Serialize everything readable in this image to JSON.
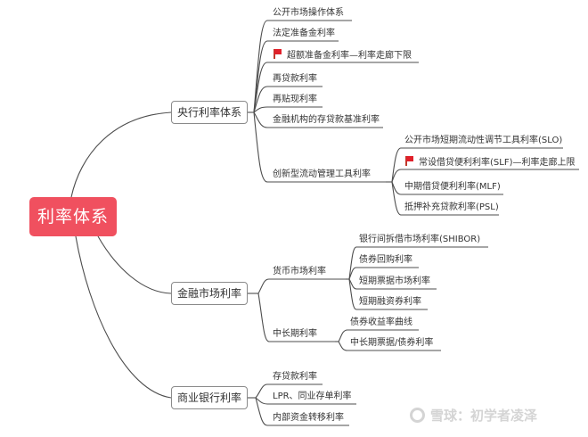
{
  "mindmap": {
    "root": "利率体系",
    "central_bank": {
      "label": "央行利率体系",
      "items": [
        "公开市场操作体系",
        "法定准备金利率",
        "超额准备金利率—利率走廊下限",
        "再贷款利率",
        "再贴现利率",
        "金融机构的存贷款基准利率",
        "创新型流动管理工具利率"
      ],
      "innovative_tools": [
        "公开市场短期流动性调节工具利率(SLO)",
        "常设借贷便利利率(SLF)—利率走廊上限",
        "中期借贷便利利率(MLF)",
        "抵押补充贷款利率(PSL)"
      ]
    },
    "financial_market": {
      "label": "金融市场利率",
      "money_market": {
        "label": "货币市场利率",
        "items": [
          "银行间拆借市场利率(SHIBOR)",
          "债券回购利率",
          "短期票据市场利率",
          "短期融资券利率"
        ]
      },
      "long_term": {
        "label": "中长期利率",
        "items": [
          "债券收益率曲线",
          "中长期票据/债券利率"
        ]
      }
    },
    "commercial_bank": {
      "label": "商业银行利率",
      "items": [
        "存贷款利率",
        "LPR、同业存单利率",
        "内部资金转移利率"
      ]
    }
  },
  "icons": {
    "flag": "red-flag-icon",
    "flag_color": "#e0202a"
  },
  "colors": {
    "root_fill": "#f0505f",
    "root_text": "#ffffff",
    "branch_border": "#8a8a8a",
    "line": "#4d4d4d"
  },
  "watermark": {
    "text": "雪球：初学者凌泽"
  }
}
